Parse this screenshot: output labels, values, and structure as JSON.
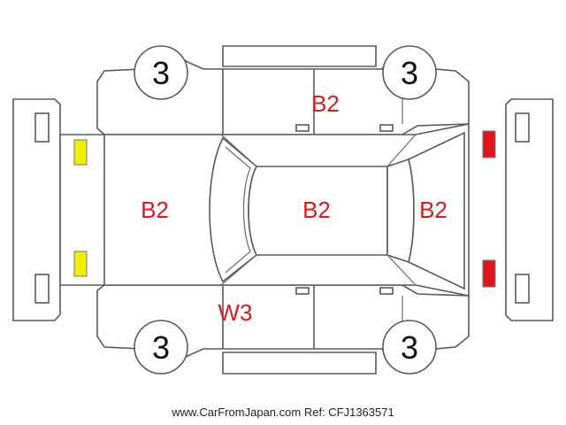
{
  "tires": {
    "front_left": "3",
    "front_right": "3",
    "rear_left": "3",
    "rear_right": "3"
  },
  "panels": {
    "top_door": "B2",
    "hood": "B2",
    "roof": "B2",
    "trunk": "B2",
    "bottom_door": "W3"
  },
  "footer": {
    "text": "www.CarFromJapan.com Ref: CFJ1363571"
  },
  "colors": {
    "condition_text": "#d81b1b",
    "headlight": "#f2ee00",
    "taillight": "#e0161f"
  }
}
